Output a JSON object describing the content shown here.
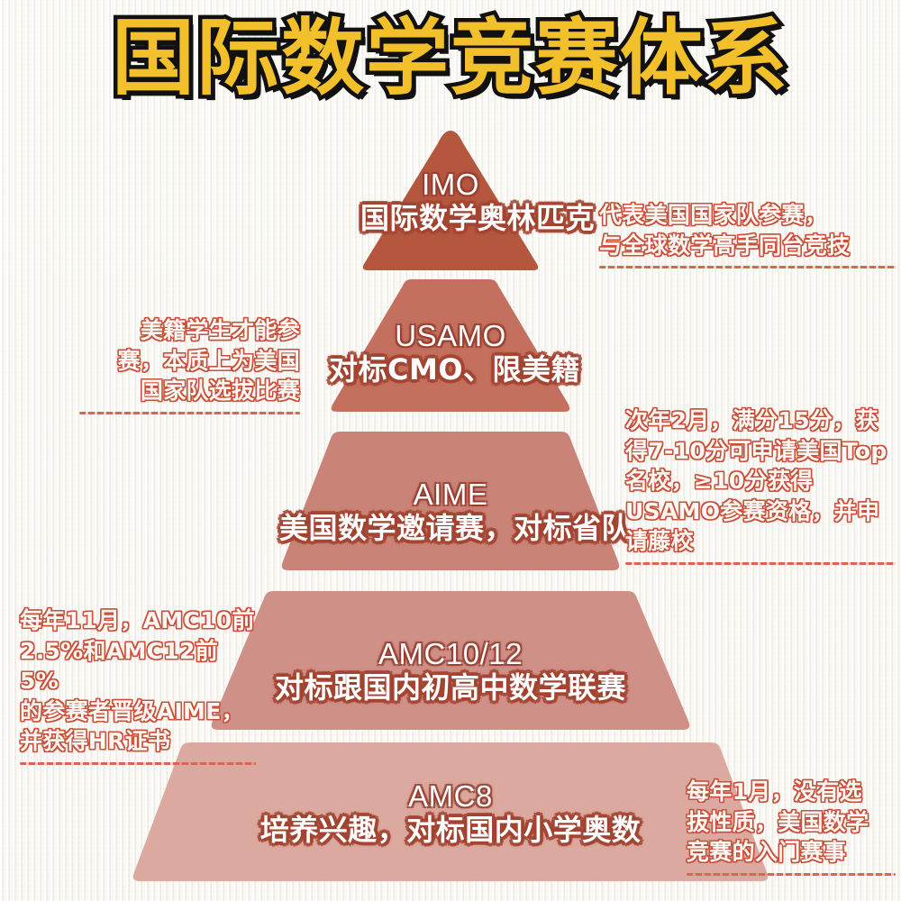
{
  "title": "国际数学竞赛体系",
  "colors": {
    "background": "#f6f3ec",
    "title_fill": "#f2c02a",
    "title_stroke": "#111111",
    "annotation_text": "#fdf6f2",
    "annotation_outline": "#c9503a",
    "tier_imo": "#b5573f",
    "tier_usamo": "#c4705e",
    "tier_aime": "#c98377",
    "tier_amc1012": "#cf9088",
    "tier_amc8": "#dba99f"
  },
  "pyramid": {
    "tiers": [
      {
        "key": "imo",
        "eng": "IMO",
        "chn": "国际数学奥林匹克",
        "color": "#b5573f",
        "annotation_side": "right",
        "annotation": "代表美国国家队参赛，\n与全球数学高手同台竞技"
      },
      {
        "key": "usamo",
        "eng": "USAMO",
        "chn": "对标CMO、限美籍",
        "color": "#c4705e",
        "annotation_side": "left",
        "annotation": "美籍学生才能参\n赛，本质上为美国\n国家队选拔比赛"
      },
      {
        "key": "aime",
        "eng": "AIME",
        "chn": "美国数学邀请赛，对标省队",
        "color": "#c98377",
        "annotation_side": "right",
        "annotation": "次年2月，满分15分，获\n得7-10分可申请美国Top\n名校，≥10分获得\nUSAMO参赛资格，并申\n请藤校"
      },
      {
        "key": "amc1012",
        "eng": "AMC10/12",
        "chn": "对标跟国内初高中数学联赛",
        "color": "#cf9088",
        "annotation_side": "left",
        "annotation": "每年11月，AMC10前\n2.5%和AMC12前5%\n的参赛者晋级AIME，\n并获得HR证书"
      },
      {
        "key": "amc8",
        "eng": "AMC8",
        "chn": "培养兴趣，对标国内小学奥数",
        "color": "#dba99f",
        "annotation_side": "right",
        "annotation": "每年1月，没有选\n拔性质，美国数学\n竞赛的入门赛事"
      }
    ]
  },
  "annotations": {
    "imo": "代表美国国家队参赛，\n与全球数学高手同台竞技",
    "usamo": "美籍学生才能参\n赛，本质上为美国\n国家队选拔比赛",
    "aime": "次年2月，满分15分，获\n得7-10分可申请美国Top\n名校，≥10分获得\nUSAMO参赛资格，并申\n请藤校",
    "amc1012": "每年11月，AMC10前\n2.5%和AMC12前5%\n的参赛者晋级AIME，\n并获得HR证书",
    "amc8": "每年1月，没有选\n拔性质，美国数学\n竞赛的入门赛事"
  }
}
